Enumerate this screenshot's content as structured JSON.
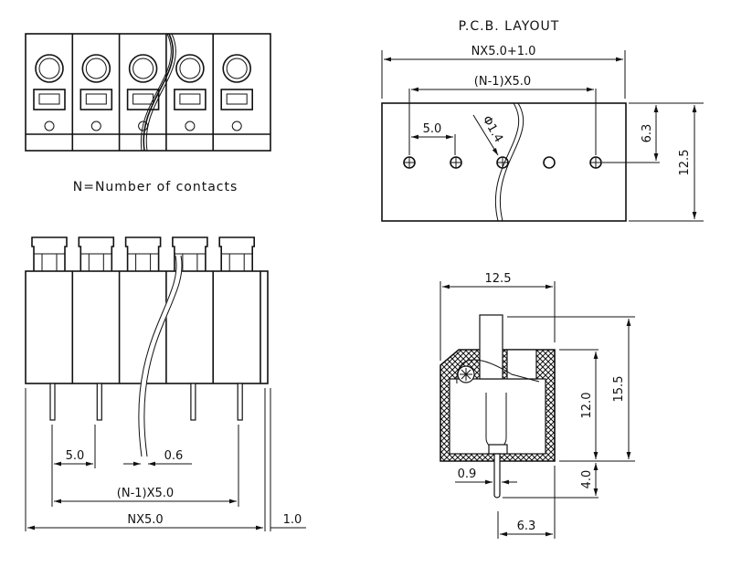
{
  "top_view": {
    "caption": "N=Number of contacts",
    "contacts_shown": 5
  },
  "pcb_layout": {
    "title": "P.C.B. LAYOUT",
    "overall_width": "NX5.0+1.0",
    "hole_span": "(N-1)X5.0",
    "pitch": "5.0",
    "hole_diameter": "Φ1.4",
    "hole_offset": "6.3",
    "depth": "12.5"
  },
  "front_view": {
    "pitch": "5.0",
    "pin_width": "0.6",
    "pin_span": "(N-1)X5.0",
    "overall_width": "NX5.0",
    "end_extra": "1.0"
  },
  "side_view": {
    "width": "12.5",
    "total_height": "15.5",
    "body_height": "12.0",
    "pin_length": "4.0",
    "pin_diameter": "0.9",
    "pin_offset": "6.3"
  },
  "colors": {
    "line": "#111111",
    "background": "#ffffff"
  }
}
